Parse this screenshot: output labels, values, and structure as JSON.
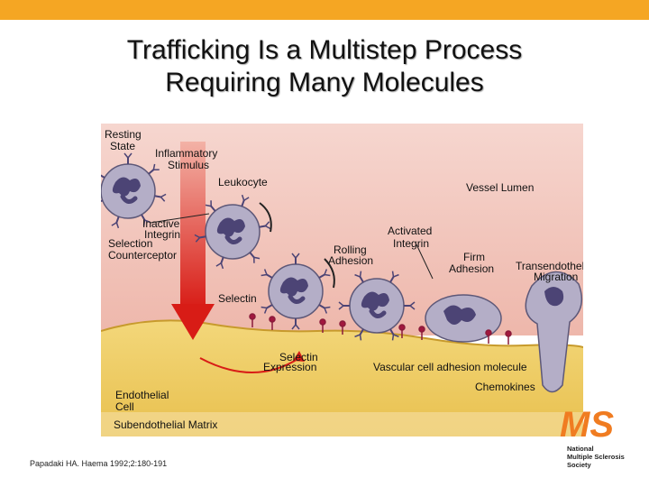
{
  "title": {
    "line1": "Trafficking Is a Multistep Process",
    "line2": "Requiring Many Molecules"
  },
  "labels": {
    "resting_state_1": "Resting",
    "resting_state_2": "State",
    "inflammatory_1": "Inflammatory",
    "inflammatory_2": "Stimulus",
    "leukocyte": "Leukocyte",
    "vessel_lumen": "Vessel Lumen",
    "inactive_1": "Inactive",
    "inactive_2": "Integrin",
    "selection_counter_1": "Selection",
    "selection_counter_2": "Counterceptor",
    "activated_1": "Activated",
    "activated_2": "Integrin",
    "rolling_1": "Rolling",
    "rolling_2": "Adhesion",
    "firm_1": "Firm",
    "firm_2": "Adhesion",
    "transendo_1": "Transendothelial",
    "transendo_2": "Migration",
    "selectin": "Selectin",
    "selectin_expr_1": "Selectin",
    "selectin_expr_2": "Expression",
    "vcam": "Vascular cell adhesion molecule",
    "chemokines": "Chemokines",
    "endothelial_1": "Endothelial",
    "endothelial_2": "Cell",
    "subendothelial": "Subendothelial Matrix"
  },
  "citation": "Papadaki HA. Haema 1992;2:180-191",
  "logo": {
    "mark": "MS",
    "line1": "National",
    "line2": "Multiple Sclerosis",
    "line3": "Society"
  },
  "colors": {
    "top_bar": "#f5a623",
    "lumen": "#f1c3ba",
    "endothelium": "#eec85a",
    "cell": "#b4aec7",
    "nucleus": "#4c4475",
    "arrow": "#d81c16",
    "logo": "#f07c21"
  }
}
